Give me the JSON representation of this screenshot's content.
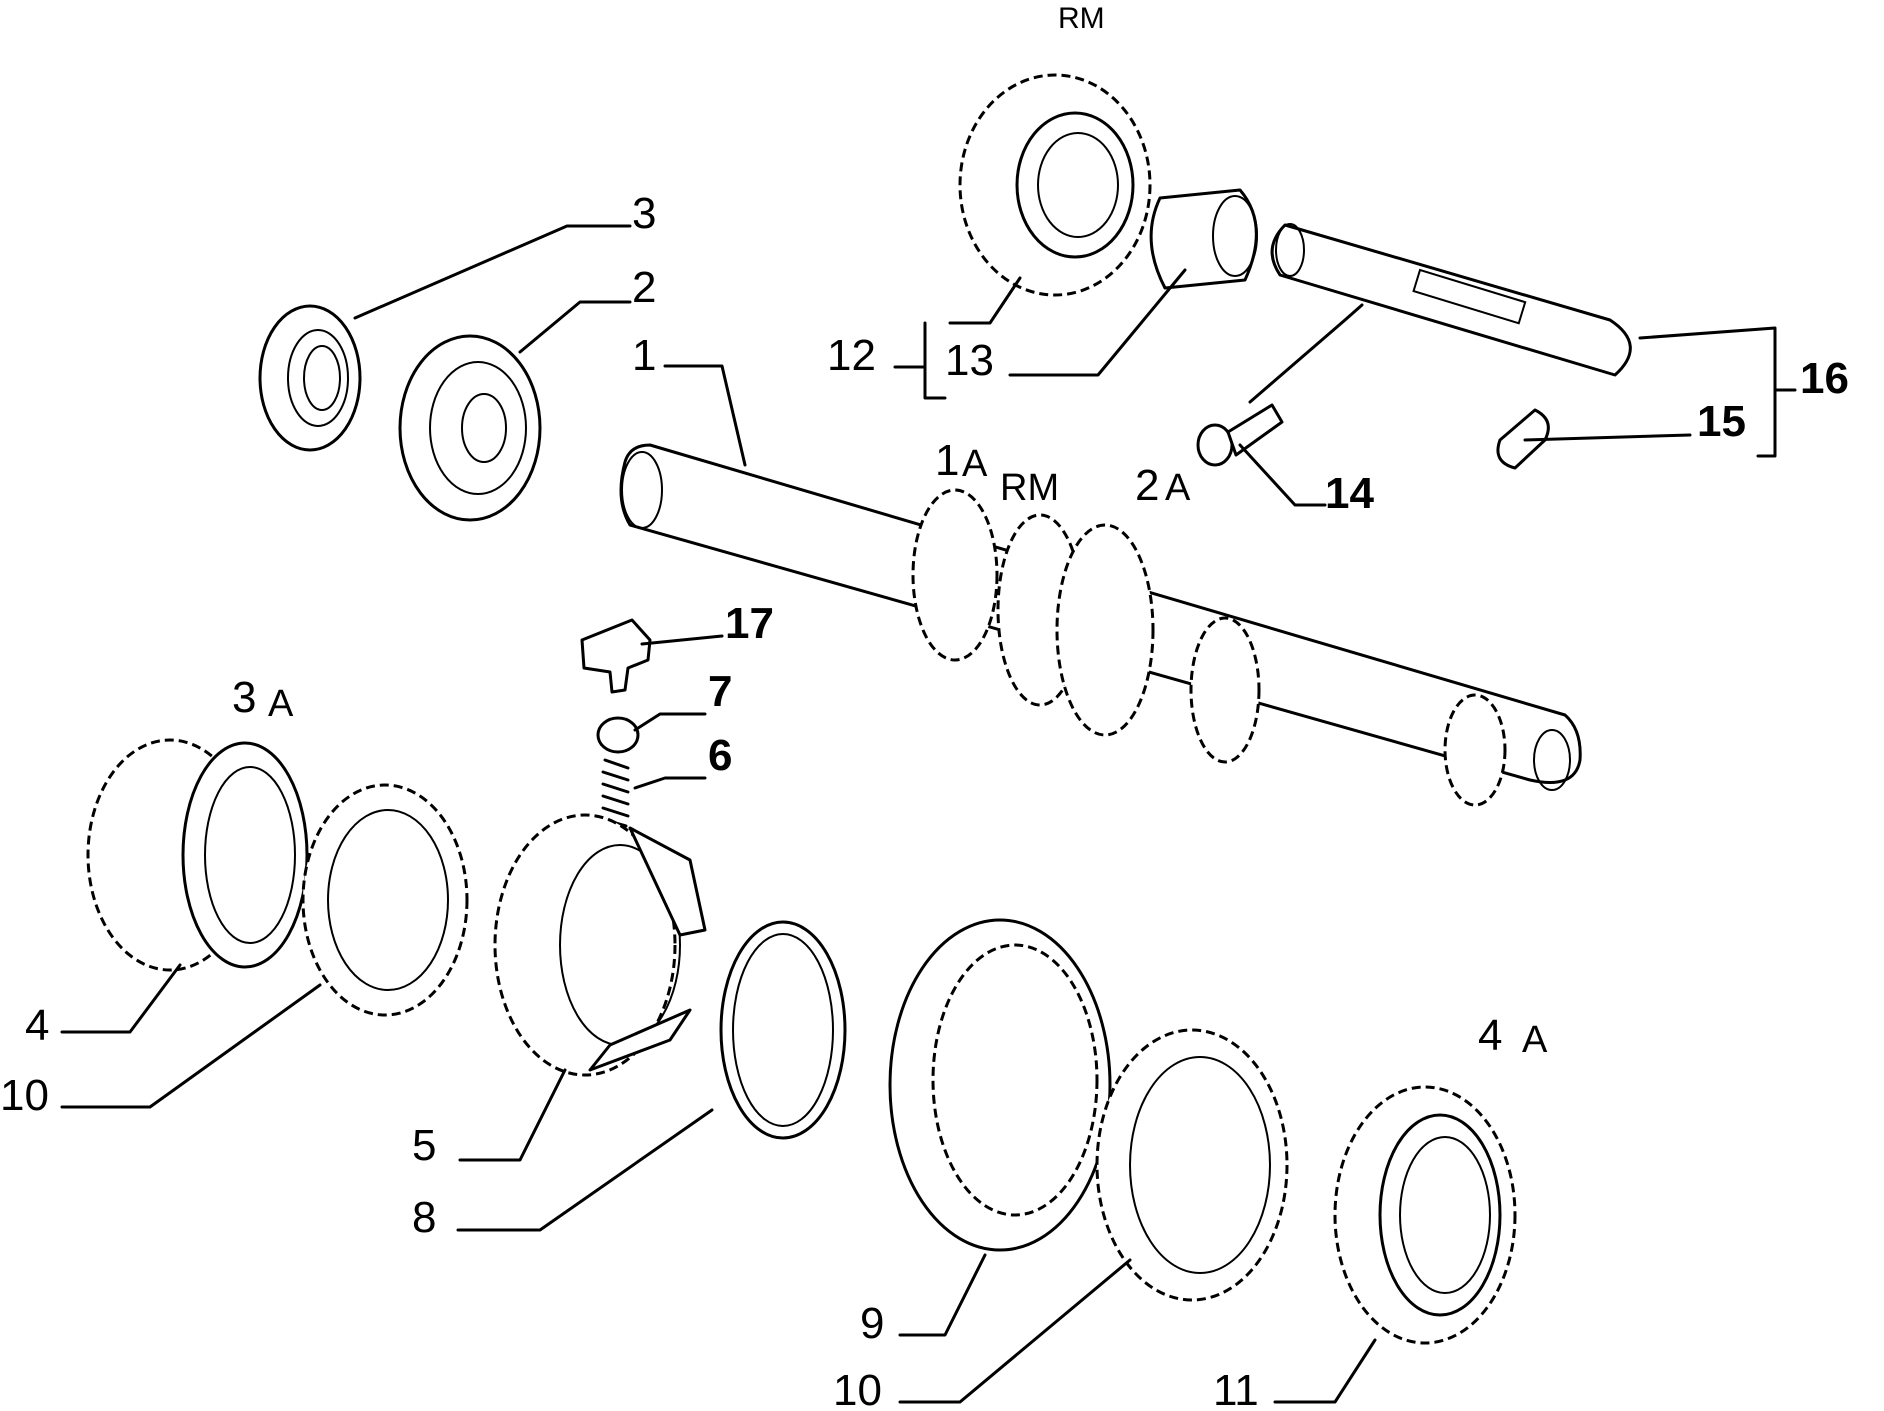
{
  "labels": {
    "rm_top": "RM",
    "n1": "1",
    "n1a_num": "1",
    "n1a_sub": "A",
    "rm_mid": "RM",
    "n2": "2",
    "n2a_num": "2",
    "n2a_sub": "A",
    "n3": "3",
    "n3a_num": "3",
    "n3a_sub": "A",
    "n4": "4",
    "n4a_num": "4",
    "n4a_sub": "A",
    "n5": "5",
    "n6": "6",
    "n7": "7",
    "n8": "8",
    "n9": "9",
    "n10a": "10",
    "n10b": "10",
    "n11": "11",
    "n12": "12",
    "n13": "13",
    "n14": "14",
    "n15": "15",
    "n16": "16",
    "n17": "17"
  },
  "colors": {
    "line": "#000000",
    "background": "#ffffff"
  }
}
